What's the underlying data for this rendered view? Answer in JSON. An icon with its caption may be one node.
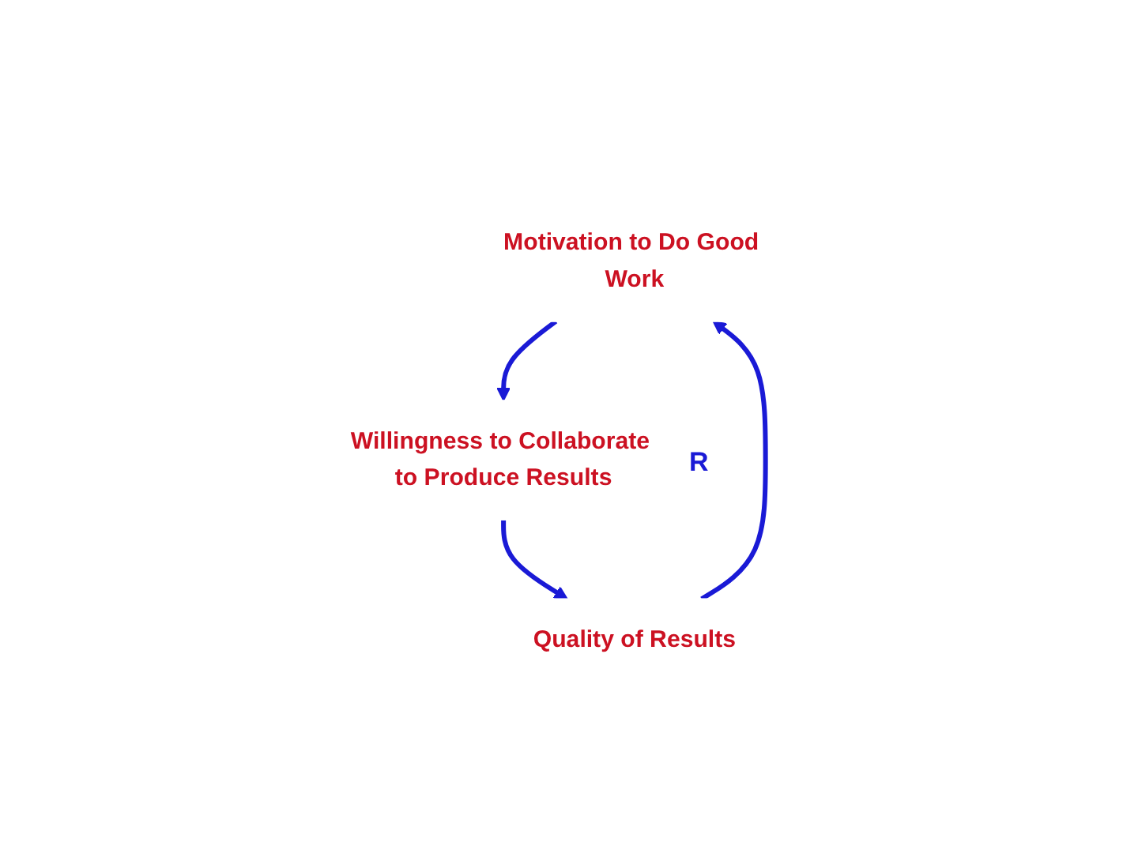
{
  "diagram": {
    "nodes": [
      {
        "text": [
          "Motivation to Do Good Work"
        ]
      },
      {
        "text": [
          "Willingness to Collaborate to Produce Results"
        ]
      },
      {
        "text": [
          "Quality of Results"
        ]
      }
    ],
    "edges": [
      {
        "from": 0,
        "to": 1,
        "arrow": "to"
      },
      {
        "from": 1,
        "to": 2,
        "arrow": "to"
      },
      {
        "from": 2,
        "to": 0,
        "arrow": "to"
      }
    ],
    "labels": [
      "R"
    ]
  }
}
